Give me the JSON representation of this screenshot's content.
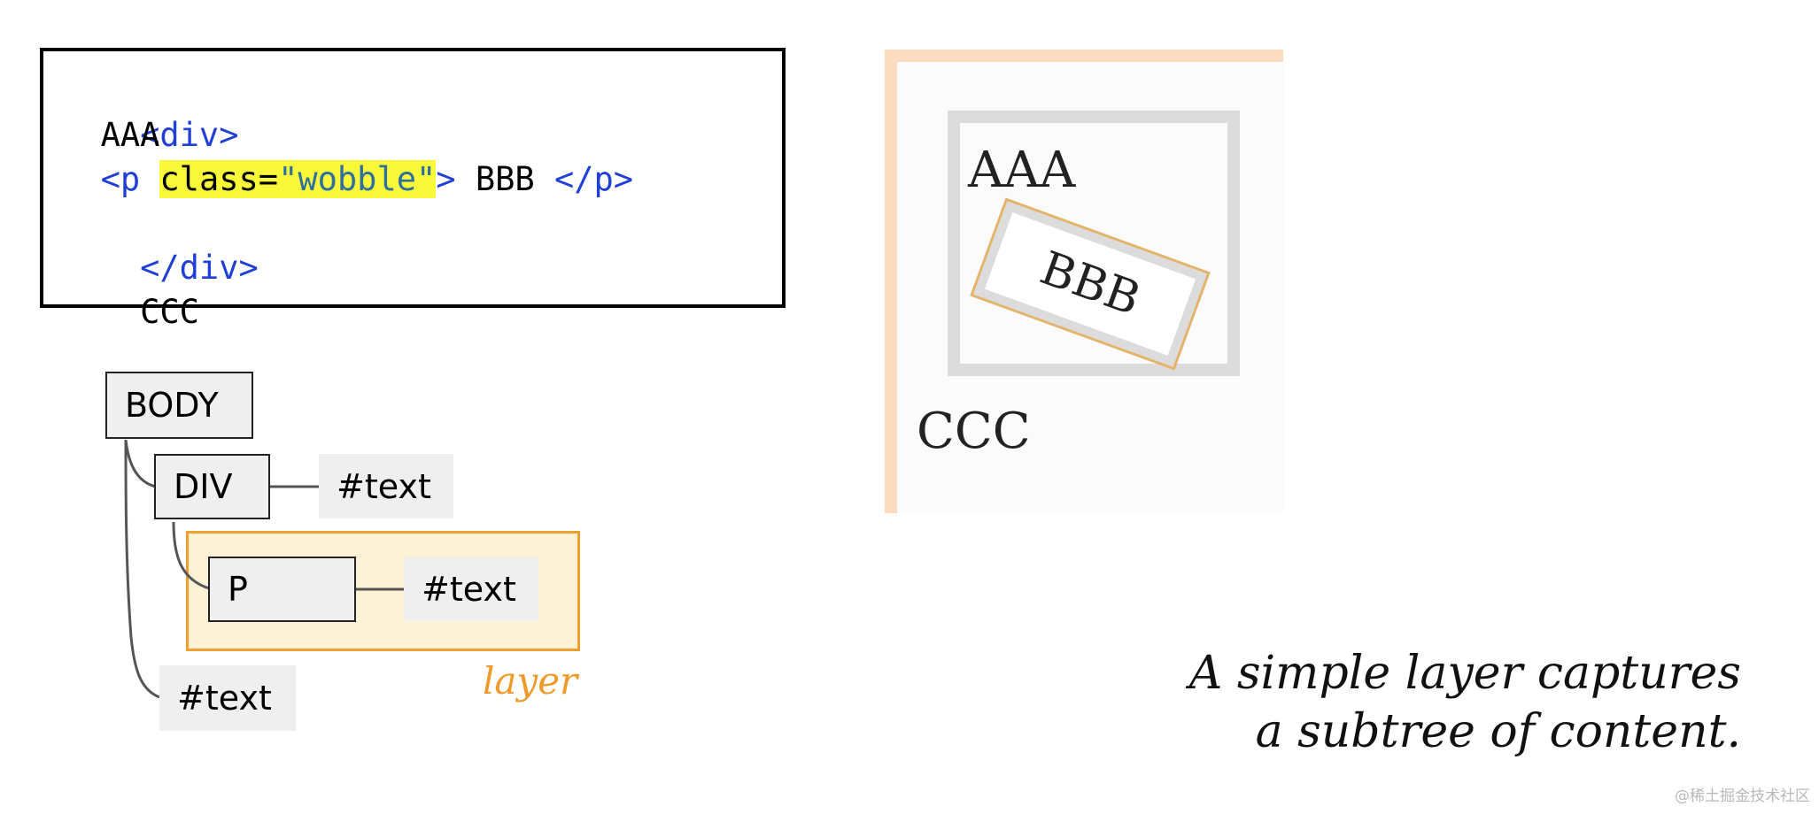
{
  "code": {
    "line1": {
      "tag": "<div>"
    },
    "line2": {
      "text": "AAA"
    },
    "line3": {
      "open": "<p",
      "attr_name": "class=",
      "attr_value": "\"wobble\"",
      "close_bracket": ">",
      "text": " BBB ",
      "end_tag": "</p>"
    },
    "line4": {
      "tag": "</div>"
    },
    "line5": {
      "text": "CCC"
    }
  },
  "tree": {
    "body": "BODY",
    "div": "DIV",
    "div_text": "#text",
    "p": "P",
    "p_text": "#text",
    "body_text": "#text",
    "layer_label": "layer"
  },
  "preview": {
    "aaa": "AAA",
    "bbb": "BBB",
    "ccc": "CCC"
  },
  "caption": {
    "line1": "A simple layer captures",
    "line2": "a subtree of content."
  },
  "watermark": "@稀土掘金技术社区",
  "colors": {
    "tag_blue": "#1f3fd6",
    "attr_highlight": "#f9f93a",
    "layer_orange": "#f0a030",
    "layer_fill": "#fdf1d6"
  }
}
